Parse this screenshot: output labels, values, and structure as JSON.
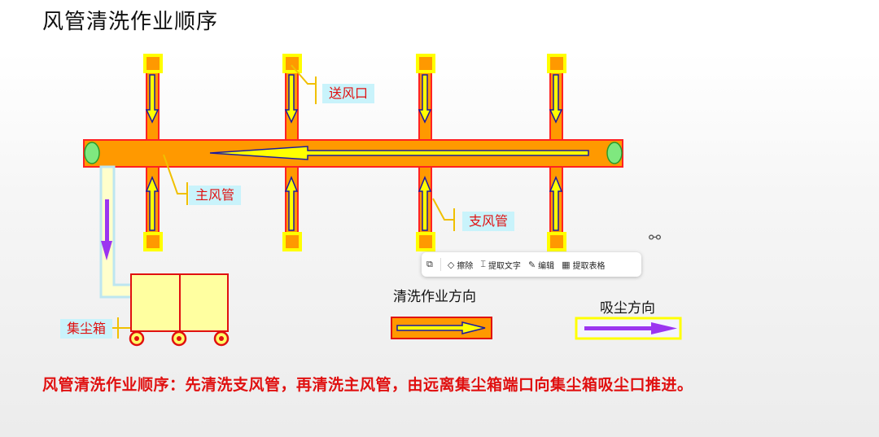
{
  "title": "风管清洗作业顺序",
  "labels": {
    "supply_outlet": "送风口",
    "main_duct": "主风管",
    "branch_duct": "支风管",
    "dust_box": "集尘箱"
  },
  "legend": {
    "cleaning_direction": "清洗作业方向",
    "suction_direction": "吸尘方向"
  },
  "note": "风管清洗作业顺序：先清洗支风管，再清洗主风管，由远离集尘箱端口向集尘箱吸尘口推进。",
  "toolbar": {
    "erase": "擦除",
    "extract_text": "提取文字",
    "edit": "编辑",
    "extract_table": "提取表格"
  },
  "colors": {
    "duct_fill": "#ff9900",
    "duct_border": "#ff2222",
    "outlet": "#ffff00",
    "arrow_blue": "#1a1aa0",
    "arrow_purple": "#9b35f0",
    "label_bg": "#c9f3fb",
    "text_red": "#e01010"
  }
}
